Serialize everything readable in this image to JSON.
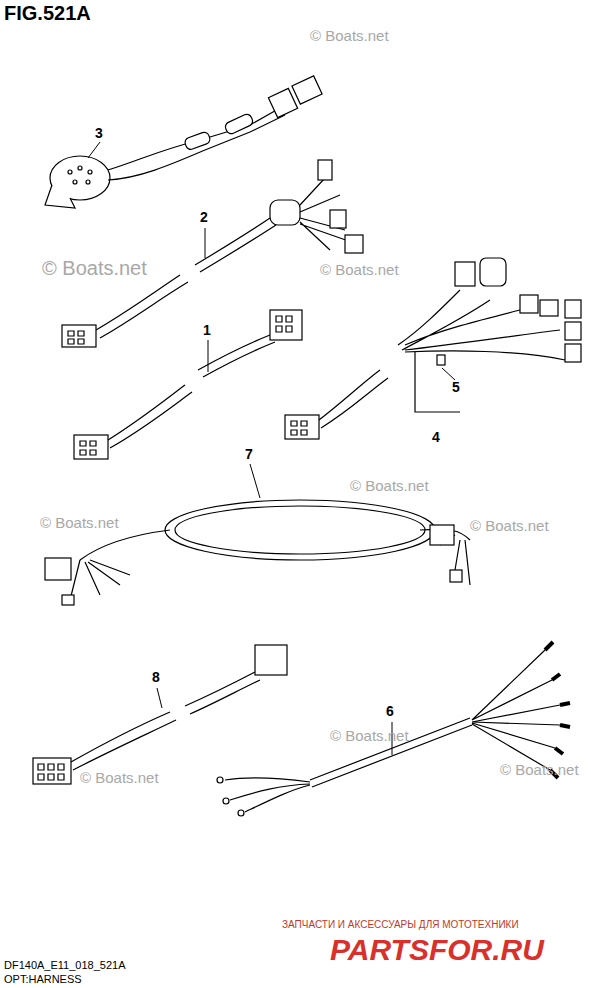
{
  "diagram": {
    "title": "FIG.521A",
    "nodes": [],
    "edges": [],
    "labels": [
      "3",
      "2",
      "1",
      "4",
      "5",
      "7",
      "8",
      "6",
      "© Boats.net",
      "© Boats.net",
      "© Boats.net",
      "© Boats.net",
      "© Boats.net",
      "© Boats.net",
      "© Boats.net",
      "© Boats.net",
      "© Boats.net",
      "ЗАПЧАСТИ И АКСЕССУАРЫ ДЛЯ МОТОТЕХНИКИ",
      "PARTSFOR.RU",
      "DF140A_E11_018_521A",
      "OPT:HARNESS"
    ]
  }
}
